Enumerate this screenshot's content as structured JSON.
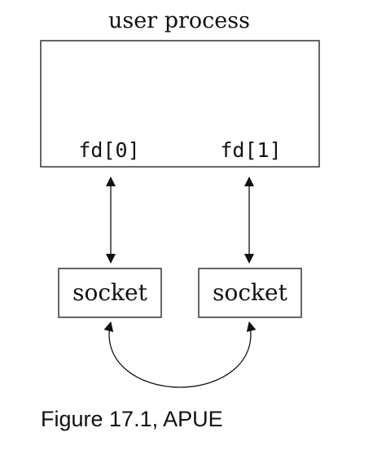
{
  "diagram": {
    "process_label": "user process",
    "fd0_label": "fd[0]",
    "fd1_label": "fd[1]",
    "socket_left_label": "socket",
    "socket_right_label": "socket"
  },
  "caption": "Figure 17.1, APUE"
}
